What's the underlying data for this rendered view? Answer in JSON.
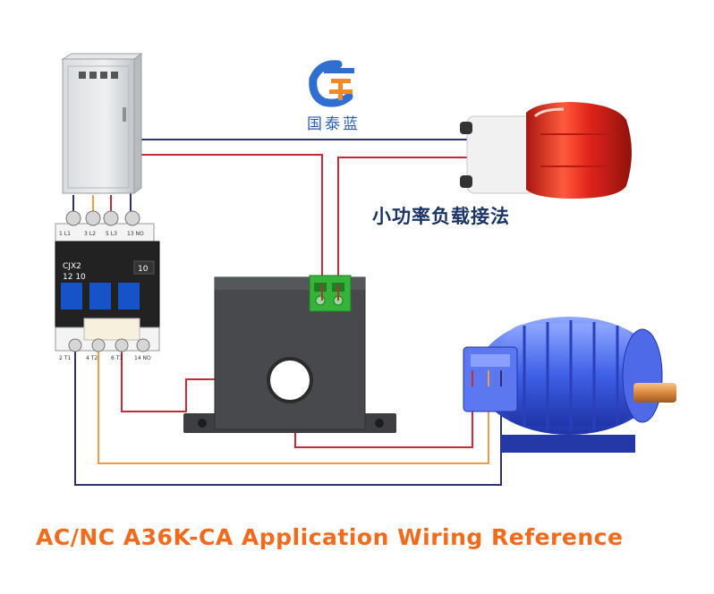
{
  "brand": {
    "name": "国泰蓝",
    "logo_icon": "gtl-logo-icon",
    "colors": {
      "logo_blue": "#2f6fd1",
      "logo_orange": "#f08a24"
    }
  },
  "labels": {
    "load_method": "小功率负载接法",
    "caption": "AC/NC A36K-CA Application Wiring Reference"
  },
  "contactor": {
    "model": "CJX2",
    "rating": "12 10",
    "aux": "10",
    "top_terminals": [
      "1 L1",
      "3 L2",
      "5 L3",
      "13 NO"
    ],
    "bottom_terminals": [
      "2 T1",
      "4 T2",
      "6 T3",
      "14 NO"
    ]
  },
  "components": {
    "cabinet": "distribution-cabinet",
    "alarm": "red-warning-light",
    "sensor": "current-sensor",
    "motor": "electric-motor"
  },
  "wire_colors": {
    "navy": "#2f3270",
    "red": "#c42b3a",
    "orange": "#f29a45"
  }
}
